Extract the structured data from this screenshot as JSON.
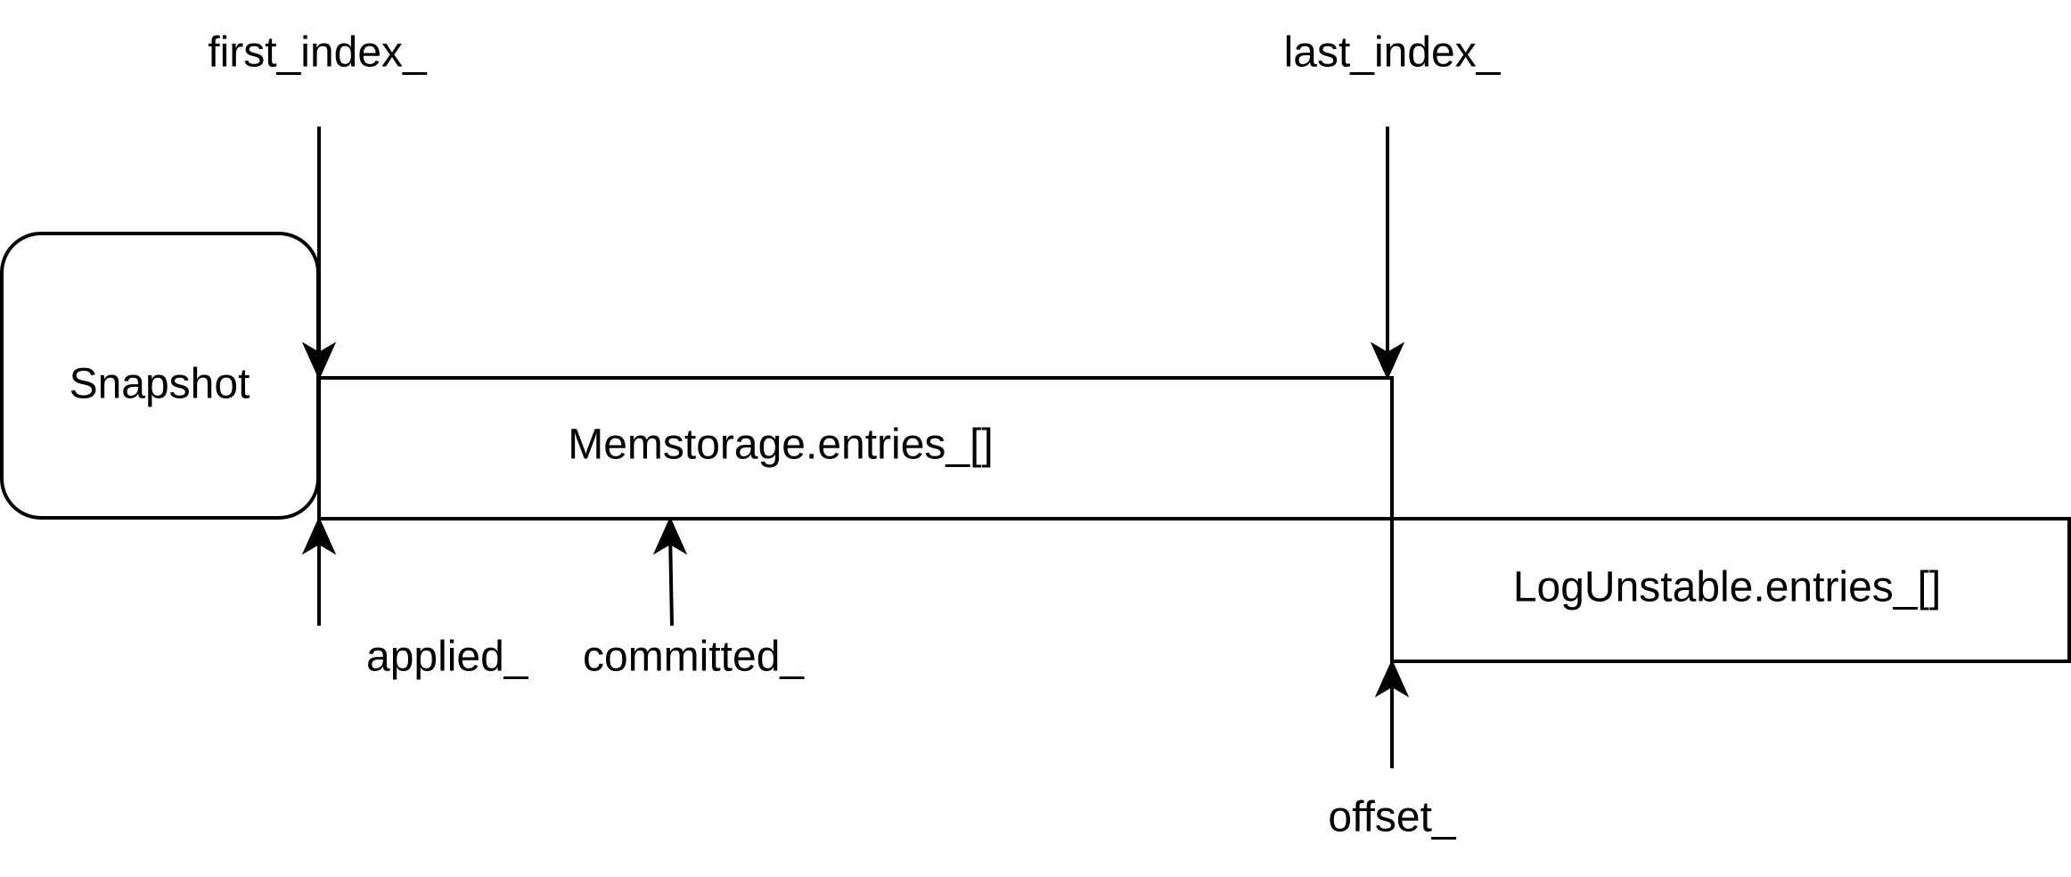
{
  "boxes": {
    "snapshot": "Snapshot",
    "memstorage": "Memstorage.entries_[]",
    "log_unstable": "LogUnstable.entries_[]"
  },
  "pointers": {
    "first_index": "first_index_",
    "last_index": "last_index_",
    "applied": "applied_",
    "committed": "committed_",
    "offset": "offset_"
  }
}
